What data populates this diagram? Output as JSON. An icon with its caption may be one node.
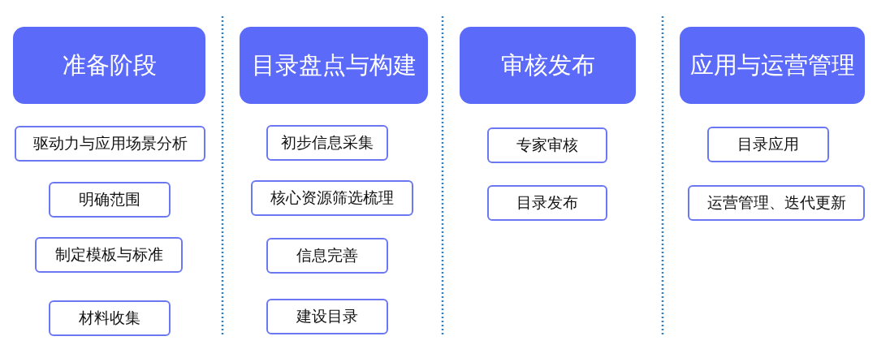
{
  "diagram": {
    "nodes": [
      {
        "text": [
          "准备阶段"
        ]
      },
      {
        "text": [
          "驱动力与应用场景分析"
        ]
      },
      {
        "text": [
          "明确范围"
        ]
      },
      {
        "text": [
          "制定模板与标准"
        ]
      },
      {
        "text": [
          "材料收集"
        ]
      },
      {
        "text": [
          "目录盘点与构建"
        ]
      },
      {
        "text": [
          "初步信息采集"
        ]
      },
      {
        "text": [
          "核心资源筛选梳理"
        ]
      },
      {
        "text": [
          "信息完善"
        ]
      },
      {
        "text": [
          "建设目录"
        ]
      },
      {
        "text": [
          "审核发布"
        ]
      },
      {
        "text": [
          "专家审核"
        ]
      },
      {
        "text": [
          "目录发布"
        ]
      },
      {
        "text": [
          "应用与运营管理"
        ]
      },
      {
        "text": [
          "目录应用"
        ]
      },
      {
        "text": [
          "运营管理、迭代更新"
        ]
      }
    ],
    "edges": []
  }
}
